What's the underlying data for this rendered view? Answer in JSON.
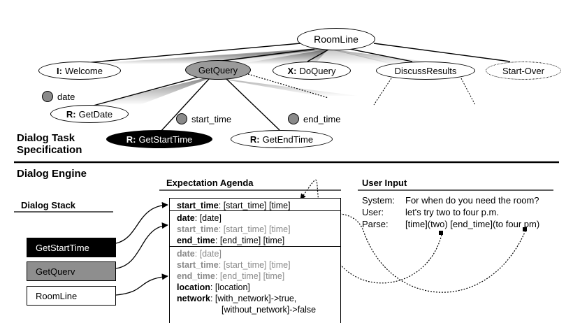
{
  "task_tree": {
    "root": "RoomLine",
    "nodes": [
      {
        "prefix": "I:",
        "label": "Welcome"
      },
      {
        "prefix": "",
        "label": "GetQuery"
      },
      {
        "prefix": "X:",
        "label": "DoQuery"
      },
      {
        "prefix": "",
        "label": "DiscussResults"
      },
      {
        "prefix": "",
        "label": "Start-Over"
      }
    ],
    "children": [
      {
        "prefix": "R:",
        "label": "GetDate"
      },
      {
        "prefix": "R:",
        "label": "GetStartTime"
      },
      {
        "prefix": "R:",
        "label": "GetEndTime"
      }
    ],
    "concepts": [
      "date",
      "start_time",
      "end_time"
    ]
  },
  "sections": {
    "task_spec": "Dialog Task\nSpecification",
    "engine": "Dialog Engine",
    "stack": "Dialog Stack",
    "agenda": "Expectation Agenda",
    "user_input": "User Input"
  },
  "dialog_stack": [
    "GetStartTime",
    "GetQuerv",
    "RoomLine"
  ],
  "agenda": {
    "group1": [
      {
        "key": "start_time",
        "value": ": [start_time] [time]",
        "dim": false
      }
    ],
    "group2": [
      {
        "key": "date",
        "value": ": [date]",
        "dim": false
      },
      {
        "key": "start_time",
        "value": ": [start_time] [time]",
        "dim": true
      },
      {
        "key": "end_time",
        "value": ": [end_time] [time]",
        "dim": false
      }
    ],
    "group3": [
      {
        "key": "date",
        "value": ": [date]",
        "dim": true
      },
      {
        "key": "start_time",
        "value": ": [start_time] [time]",
        "dim": true
      },
      {
        "key": "end_time",
        "value": ": [end_time] [time]",
        "dim": true
      },
      {
        "key": "location",
        "value": ": [location]",
        "dim": false
      },
      {
        "key": "network",
        "value": ": [with_network]->true,",
        "dim": false
      },
      {
        "key": "",
        "value": "[without_network]->false",
        "dim": false
      }
    ]
  },
  "user_input": [
    {
      "label": "System:",
      "text": "For when do you need the room?"
    },
    {
      "label": "User:",
      "text": "let's try two to four p.m."
    },
    {
      "label": "Parse:",
      "text": "[time](two) [end_time](to four pm)"
    }
  ]
}
